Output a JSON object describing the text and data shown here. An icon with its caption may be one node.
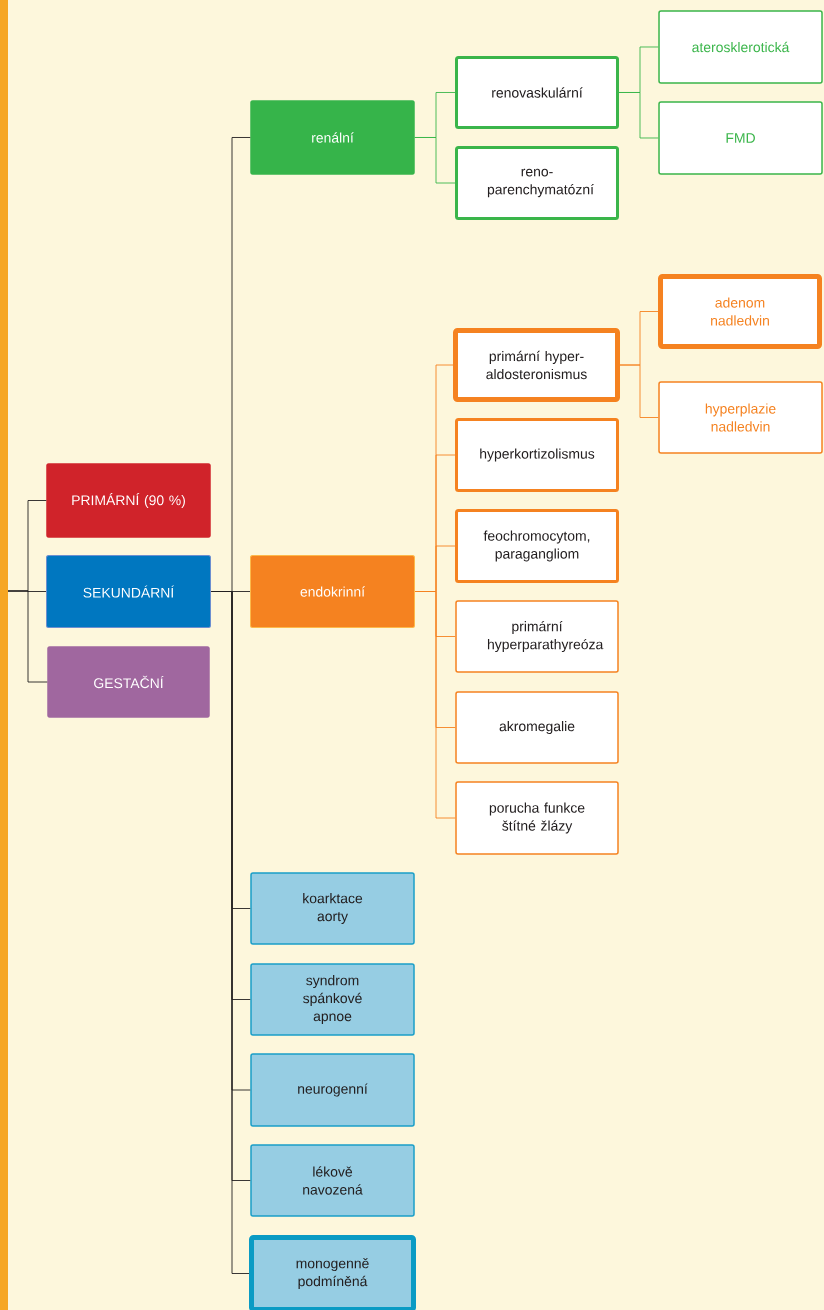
{
  "diagram": {
    "nodes": [
      {
        "text": [
          "PRIMÁRNÍ (90 %)"
        ]
      },
      {
        "text": [
          "SEKUNDÁRNÍ"
        ]
      },
      {
        "text": [
          "GESTAČNÍ"
        ]
      },
      {
        "text": [
          "renální"
        ]
      },
      {
        "text": [
          "renovaskulární"
        ]
      },
      {
        "text": [
          "reno- parenchymatózní"
        ]
      },
      {
        "text": [
          "aterosklerotická"
        ]
      },
      {
        "text": [
          "FMD"
        ]
      },
      {
        "text": [
          "endokrinní"
        ]
      },
      {
        "text": [
          "primární hyper- aldosteronismus"
        ]
      },
      {
        "text": [
          "adenom nadledvin"
        ]
      },
      {
        "text": [
          "hyperplazie nadledvin"
        ]
      },
      {
        "text": [
          "hyperkortizolismus"
        ]
      },
      {
        "text": [
          "feochromocytom, paragangliom"
        ]
      },
      {
        "text": [
          "primární hyperparathyreóza"
        ]
      },
      {
        "text": [
          "akromegalie"
        ]
      },
      {
        "text": [
          "porucha funkce štítné žlázy"
        ]
      },
      {
        "text": [
          "koarktace aorty"
        ]
      },
      {
        "text": [
          "syndrom spánkové apnoe"
        ]
      },
      {
        "text": [
          "neurogenní"
        ]
      },
      {
        "text": [
          "lékově navozená"
        ]
      },
      {
        "text": [
          "monogenně podmíněná"
        ]
      }
    ],
    "edges": [
      {
        "from": null,
        "to": 0,
        "arrow": "none"
      },
      {
        "from": null,
        "to": 1,
        "arrow": "none"
      },
      {
        "from": null,
        "to": 2,
        "arrow": "none"
      },
      {
        "from": 1,
        "to": 3,
        "arrow": "none"
      },
      {
        "from": 1,
        "to": 8,
        "arrow": "none"
      },
      {
        "from": 1,
        "to": 17,
        "arrow": "none"
      },
      {
        "from": 1,
        "to": 18,
        "arrow": "none"
      },
      {
        "from": 1,
        "to": 19,
        "arrow": "none"
      },
      {
        "from": 1,
        "to": 20,
        "arrow": "none"
      },
      {
        "from": 1,
        "to": 21,
        "arrow": "none"
      },
      {
        "from": 3,
        "to": 4,
        "arrow": "none",
        "color": "#3ab54a"
      },
      {
        "from": 3,
        "to": 5,
        "arrow": "none",
        "color": "#3ab54a"
      },
      {
        "from": 4,
        "to": 6,
        "arrow": "none",
        "color": "#3ab54a"
      },
      {
        "from": 4,
        "to": 7,
        "arrow": "none",
        "color": "#3ab54a"
      },
      {
        "from": 8,
        "to": 9,
        "arrow": "none",
        "color": "#f58220"
      },
      {
        "from": 8,
        "to": 12,
        "arrow": "none",
        "color": "#f58220"
      },
      {
        "from": 8,
        "to": 13,
        "arrow": "none",
        "color": "#f58220"
      },
      {
        "from": 8,
        "to": 14,
        "arrow": "none",
        "color": "#f58220"
      },
      {
        "from": 8,
        "to": 15,
        "arrow": "none",
        "color": "#f58220"
      },
      {
        "from": 8,
        "to": 16,
        "arrow": "none",
        "color": "#f58220"
      },
      {
        "from": 9,
        "to": 10,
        "arrow": "none",
        "color": "#f58220"
      },
      {
        "from": 9,
        "to": 11,
        "arrow": "none",
        "color": "#f58220"
      }
    ]
  }
}
